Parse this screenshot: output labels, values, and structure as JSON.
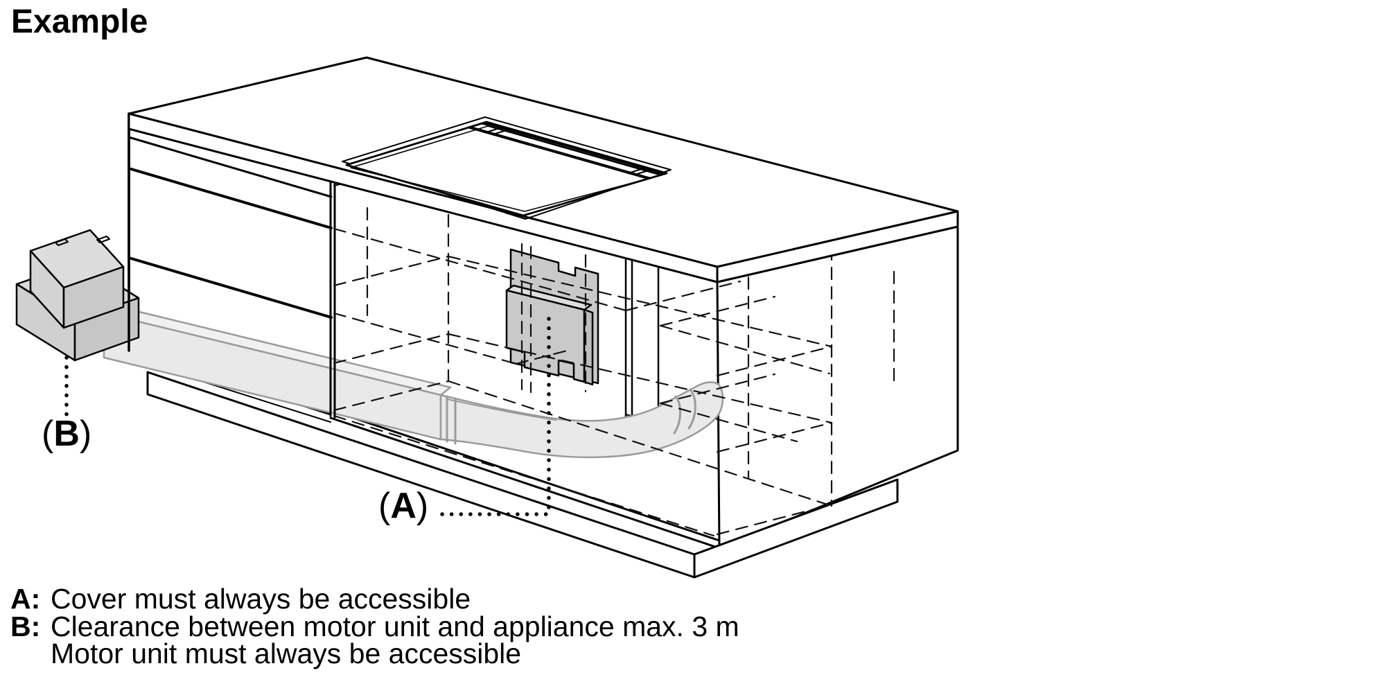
{
  "page": {
    "title": "Example",
    "background": "#ffffff"
  },
  "diagram": {
    "labels": {
      "a": {
        "open": "(",
        "letter": "A",
        "close": ")"
      },
      "b": {
        "open": "(",
        "letter": "B",
        "close": ")"
      }
    },
    "colors": {
      "line": "#000000",
      "cover_panel_gray": "#c9c9c9",
      "duct_gray": "#e9e9e9",
      "motor_gray": "#d2d2d2",
      "duct_outline": "#9a9a9a"
    }
  },
  "caption": {
    "items": [
      {
        "prefix": "A:",
        "text": "Cover must always be accessible"
      },
      {
        "prefix": "B:",
        "text": "Clearance between motor unit and appliance max. 3 m"
      },
      {
        "prefix": "",
        "text": "Motor unit must always be accessible"
      }
    ]
  }
}
